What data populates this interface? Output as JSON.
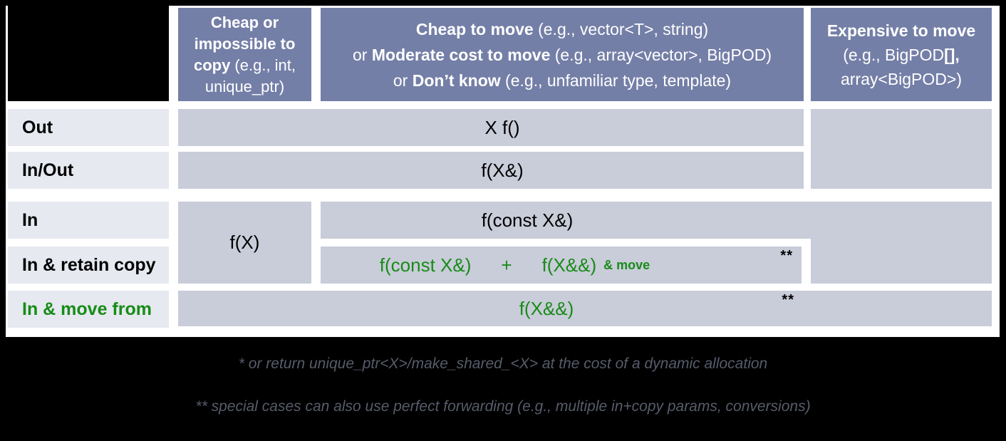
{
  "table": {
    "headers": {
      "col1": {
        "bold": "Cheap or impossible to copy",
        "rest": " (e.g., int, unique_ptr)"
      },
      "col2": {
        "line1_bold": "Cheap to move",
        "line1_rest": " (e.g., vector<T>, string)",
        "line2_pre": "or ",
        "line2_bold": "Moderate cost to move",
        "line2_rest": " (e.g., array<vector>, BigPOD)",
        "line3_pre": "or ",
        "line3_bold": "Don’t know",
        "line3_rest": " (e.g., unfamiliar type, template)"
      },
      "col3": {
        "line1_bold": "Expensive to move",
        "line2_pre": "(e.g., BigPOD",
        "line2_bold": "[],",
        "line3": "array<BigPOD>)"
      }
    },
    "rows": [
      {
        "label": "Out"
      },
      {
        "label": "In/Out"
      },
      {
        "label": "In"
      },
      {
        "label": "In & retain copy"
      },
      {
        "label": "In & move from"
      }
    ],
    "cells": {
      "out_return": "X f()",
      "inout_param": "f(X&)",
      "in_cheap_copy": "f(X)",
      "in_const_ref": "f(const X&)",
      "retain_const_ref": "f(const X&)",
      "retain_plus": "+",
      "retain_rvalue": "f(X&&)",
      "retain_move_suffix": "& move",
      "move_param": "f(X&&)",
      "footnote_marker": "**"
    }
  },
  "footnotes": {
    "line1": "* or return unique_ptr<X>/make_shared_<X> at the cost of a dynamic allocation",
    "line2": "** special cases can also use perfect forwarding (e.g., multiple in+copy params, conversions)"
  },
  "colors": {
    "header_bg": "#747fa7",
    "cell_bg": "#c9ccd9",
    "row_label_bg": "#e6e9f0",
    "accent_green": "#178c17",
    "footnote_text": "#575c6a",
    "frame": "#000000"
  }
}
